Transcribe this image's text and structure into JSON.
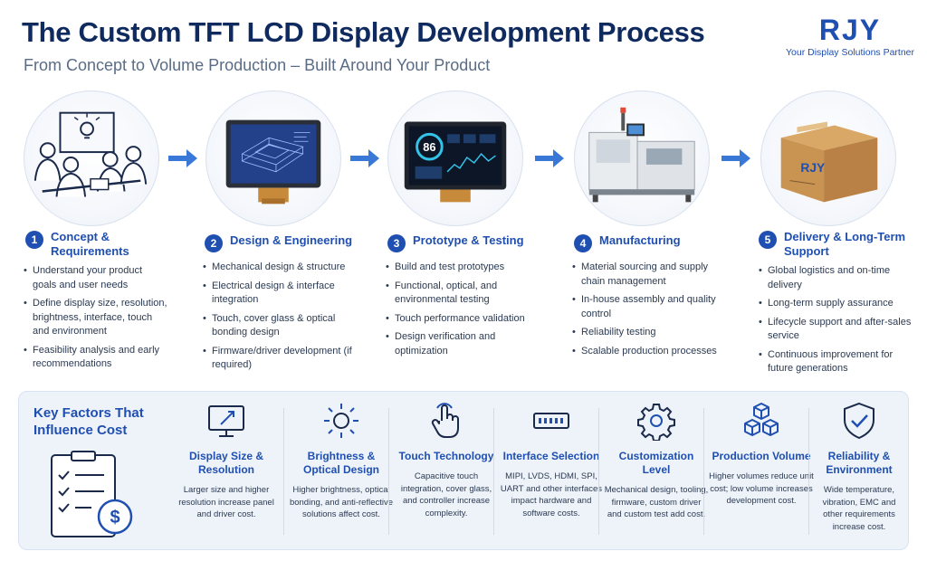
{
  "header": {
    "title": "The Custom TFT LCD Display Development Process",
    "subtitle": "From Concept to Volume Production – Built Around Your Product"
  },
  "logo": {
    "mark": "RJY",
    "tagline": "Your Display Solutions Partner"
  },
  "box_label": "RJY",
  "colors": {
    "accent": "#1f4fb0",
    "title": "#0f2a5f",
    "panel": "#eef3fa"
  },
  "stages": [
    {
      "number": "1",
      "title": "Concept & Requirements",
      "icon": "team-meeting-icon",
      "bullets": [
        "Understand your product goals and user needs",
        "Define display size, resolution, brightness, interface, touch and environment",
        "Feasibility analysis and early recommendations"
      ]
    },
    {
      "number": "2",
      "title": "Design & Engineering",
      "icon": "display-blueprint-icon",
      "bullets": [
        "Mechanical design & structure",
        "Electrical design & interface integration",
        "Touch, cover glass & optical bonding design",
        "Firmware/driver development (if required)"
      ]
    },
    {
      "number": "3",
      "title": "Prototype & Testing",
      "icon": "prototype-display-icon",
      "bullets": [
        "Build and test prototypes",
        "Functional, optical, and environmental testing",
        "Touch performance validation",
        "Design verification and optimization"
      ]
    },
    {
      "number": "4",
      "title": "Manufacturing",
      "icon": "production-machine-icon",
      "bullets": [
        "Material sourcing and supply chain management",
        "In-house assembly and quality control",
        "Reliability testing",
        "Scalable production processes"
      ]
    },
    {
      "number": "5",
      "title": "Delivery & Long-Term Support",
      "icon": "shipping-box-icon",
      "bullets": [
        "Global logistics and on-time delivery",
        "Long-term supply assurance",
        "Lifecycle support and after-sales service",
        "Continuous improvement for future generations"
      ]
    }
  ],
  "prototype_screen_value": "86",
  "cost": {
    "title": "Key Factors That Influence Cost",
    "icon": "checklist-cost-icon",
    "factors": [
      {
        "title": "Display Size & Resolution",
        "icon": "monitor-resize-icon",
        "desc": "Larger size and higher resolution increase panel and driver cost."
      },
      {
        "title": "Brightness & Optical Design",
        "icon": "sun-icon",
        "desc": "Higher brightness, optical bonding, and anti-reflective solutions affect cost."
      },
      {
        "title": "Touch Technology",
        "icon": "touch-hand-icon",
        "desc": "Capacitive touch integration, cover glass, and controller increase complexity."
      },
      {
        "title": "Interface Selection",
        "icon": "interface-connector-icon",
        "desc": "MIPI, LVDS, HDMI, SPI, UART and other interfaces impact hardware and software costs."
      },
      {
        "title": "Customization Level",
        "icon": "gear-icon",
        "desc": "Mechanical design, tooling, firmware, custom driver and custom test add cost."
      },
      {
        "title": "Production Volume",
        "icon": "cubes-icon",
        "desc": "Higher volumes reduce unit cost; low volume increases development cost."
      },
      {
        "title": "Reliability & Environment",
        "icon": "shield-check-icon",
        "desc": "Wide temperature, vibration, EMC and other requirements increase cost."
      }
    ]
  }
}
